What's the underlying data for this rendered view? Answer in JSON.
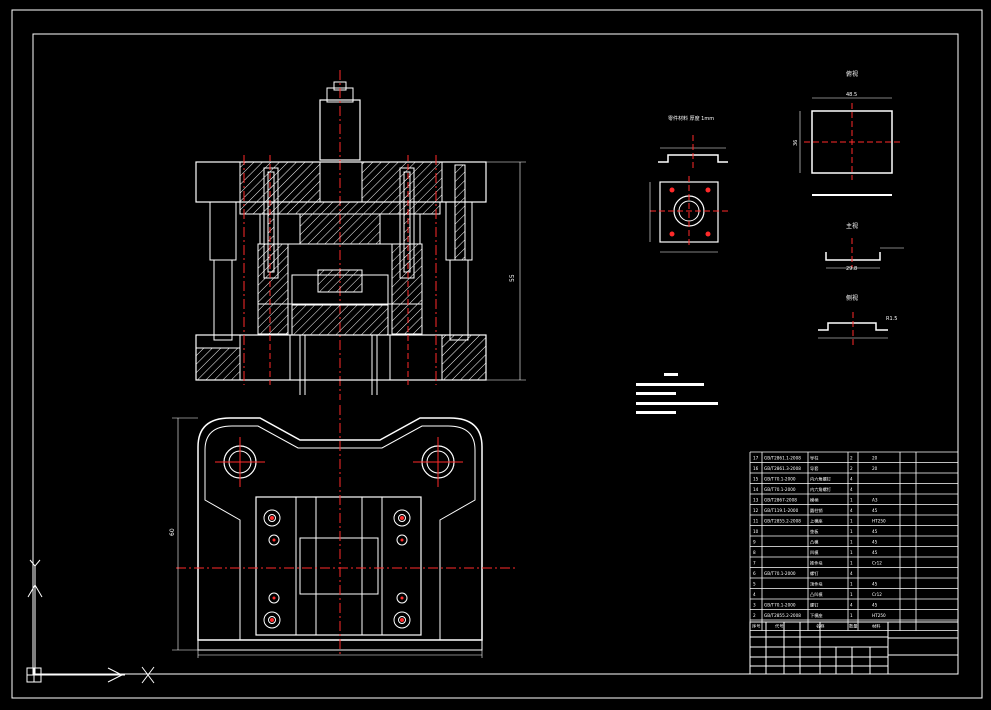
{
  "colors": {
    "background": "#000000",
    "lines": "#ffffff",
    "centerlines": "#ff2a2a",
    "cyan": "#00c8ff",
    "hatch": "#ffffff"
  },
  "views": {
    "part_view_2_label": "俯视",
    "part_view_3_label": "主视",
    "part_view_4_label": "侧视"
  },
  "dimensions": {
    "height_label": "55",
    "plan_width_label": "60",
    "part_top_width": "48.5",
    "part_top_height": "36",
    "part_side_width": "29.8",
    "flange_label": "R1.5"
  },
  "bom": {
    "rows": [
      {
        "no": "17",
        "std": "GB/T2861.1-2008",
        "name": "导柱",
        "qty": "2",
        "mat": "20"
      },
      {
        "no": "16",
        "std": "GB/T2861.3-2008",
        "name": "导套",
        "qty": "2",
        "mat": "20"
      },
      {
        "no": "15",
        "std": "GB/T70.1-2000",
        "name": "内六角螺钉",
        "qty": "4",
        "mat": ""
      },
      {
        "no": "14",
        "std": "GB/T70.1-2000",
        "name": "内六角螺钉",
        "qty": "4",
        "mat": ""
      },
      {
        "no": "13",
        "std": "GB/T2867-2008",
        "name": "模柄",
        "qty": "1",
        "mat": "A3"
      },
      {
        "no": "12",
        "std": "GB/T119.1-2000",
        "name": "圆柱销",
        "qty": "4",
        "mat": "45"
      },
      {
        "no": "11",
        "std": "GB/T2855.2-2008",
        "name": "上模座",
        "qty": "1",
        "mat": "HT250"
      },
      {
        "no": "10",
        "std": "",
        "name": "垫板",
        "qty": "1",
        "mat": "45"
      },
      {
        "no": "9",
        "std": "",
        "name": "凸模",
        "qty": "1",
        "mat": "45"
      },
      {
        "no": "8",
        "std": "",
        "name": "凹模",
        "qty": "1",
        "mat": "45"
      },
      {
        "no": "7",
        "std": "",
        "name": "推件块",
        "qty": "1",
        "mat": "Cr12"
      },
      {
        "no": "6",
        "std": "GB/T70.1-2000",
        "name": "螺钉",
        "qty": "4",
        "mat": ""
      },
      {
        "no": "5",
        "std": "",
        "name": "顶件块",
        "qty": "1",
        "mat": "45"
      },
      {
        "no": "4",
        "std": "",
        "name": "凸凹模",
        "qty": "1",
        "mat": "Cr12"
      },
      {
        "no": "3",
        "std": "GB/T70.1-2000",
        "name": "螺钉",
        "qty": "4",
        "mat": "45"
      },
      {
        "no": "2",
        "std": "GB/T2855.2-2008",
        "name": "下模座",
        "qty": "1",
        "mat": "HT250"
      }
    ],
    "header": {
      "no": "序号",
      "std": "代号",
      "name": "名称",
      "qty": "数量",
      "mat": "材料"
    }
  }
}
